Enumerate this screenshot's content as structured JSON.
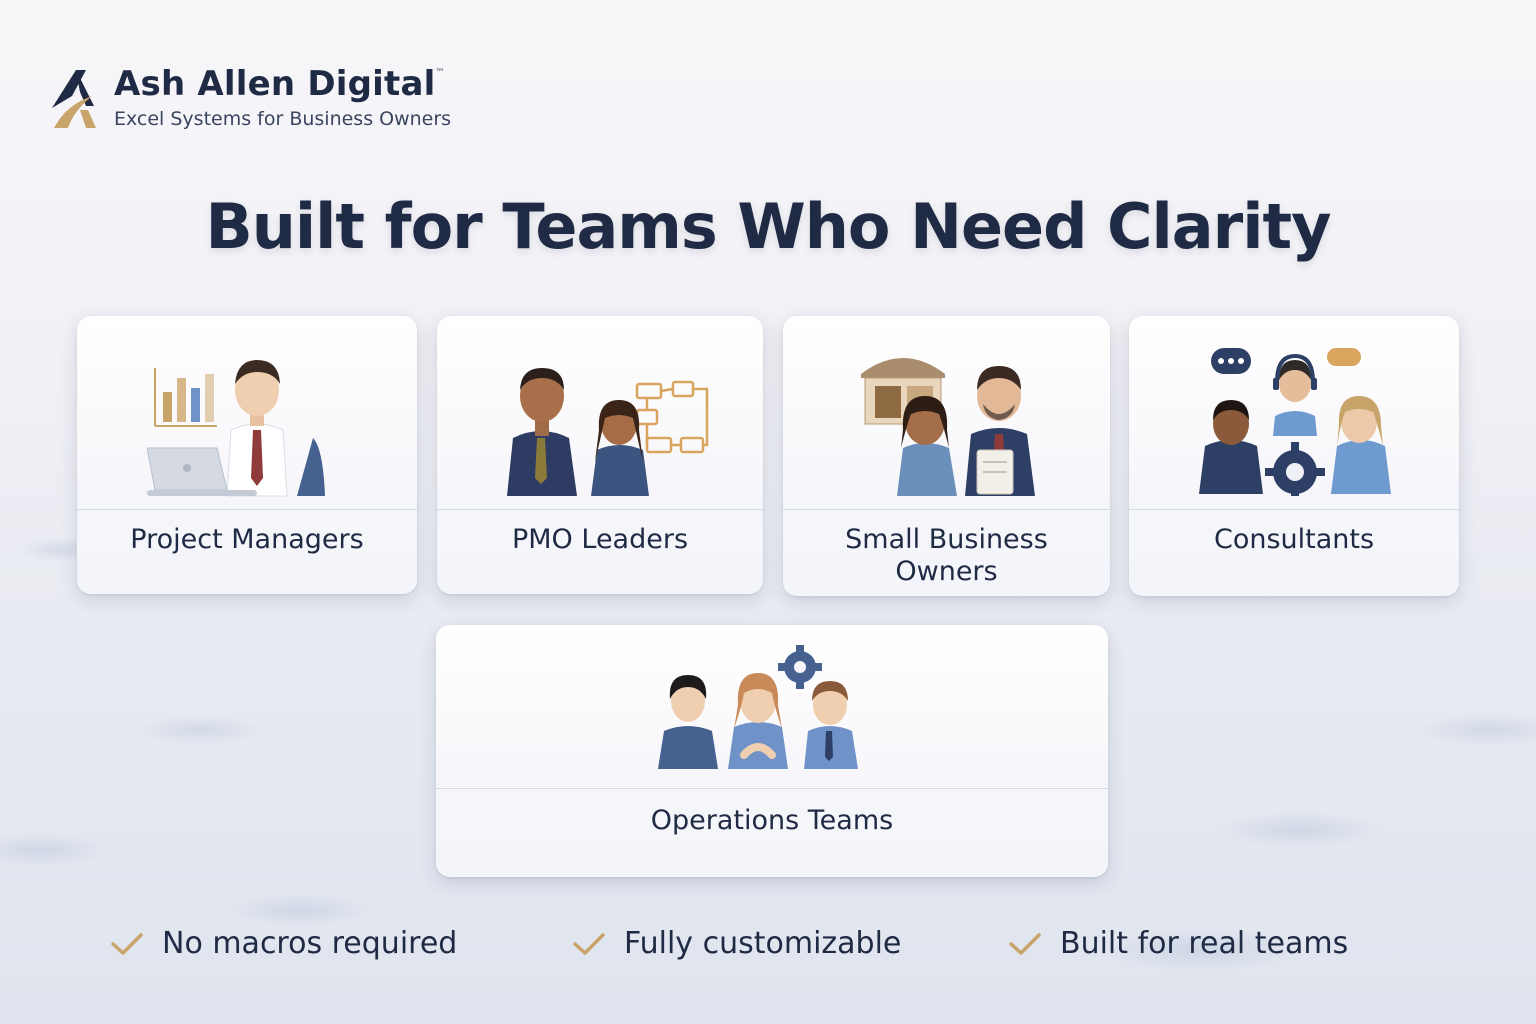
{
  "brand": {
    "name": "Ash Allen Digital",
    "trademark": "™",
    "tagline": "Excel Systems for Business Owners",
    "logo_icon": "stylized-a-mark-icon"
  },
  "headline": "Built for Teams Who Need Clarity",
  "cards": [
    {
      "label": "Project Managers",
      "icon": "manager-with-laptop-and-bar-chart-icon"
    },
    {
      "label": "PMO Leaders",
      "icon": "leaders-with-flowchart-icon"
    },
    {
      "label": "Small Business Owners",
      "icon": "owners-with-shop-icon"
    },
    {
      "label": "Consultants",
      "icon": "consultants-with-headset-and-gear-icon"
    },
    {
      "label": "Operations Teams",
      "icon": "team-with-gear-icon"
    }
  ],
  "benefits": [
    {
      "text": "No macros required"
    },
    {
      "text": "Fully customizable"
    },
    {
      "text": "Built for real teams"
    }
  ],
  "colors": {
    "navy": "#1f2a44",
    "gold": "#c9a46a",
    "suit_blue": "#46618f",
    "background": "#f2f1f6"
  }
}
